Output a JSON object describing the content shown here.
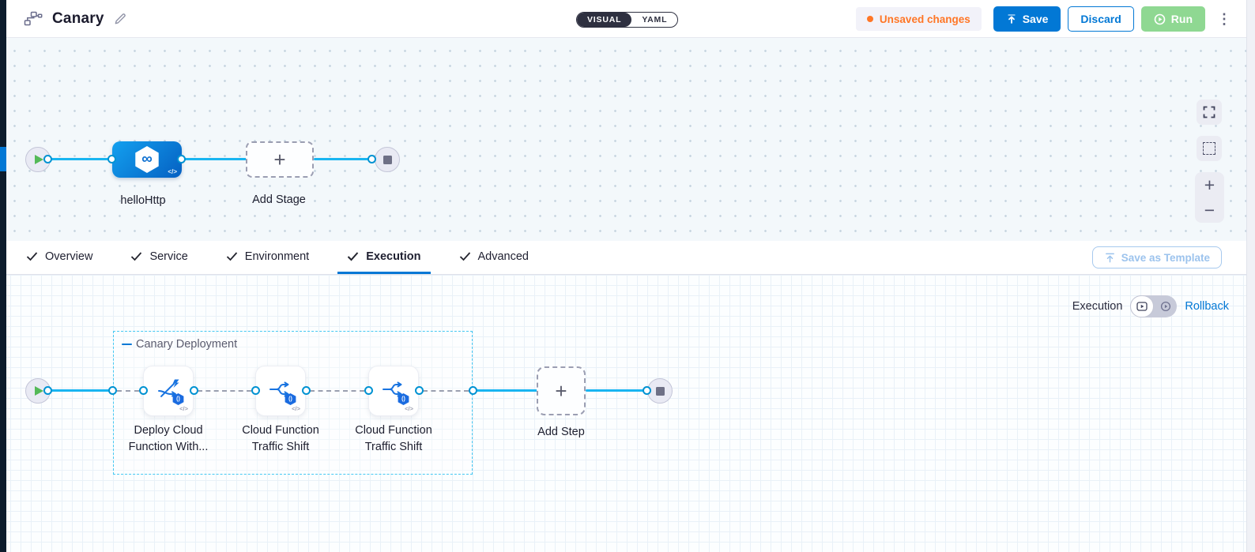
{
  "header": {
    "title": "Canary",
    "mode_toggle": {
      "visual": "VISUAL",
      "yaml": "YAML",
      "selected": "VISUAL"
    },
    "unsaved_badge": "Unsaved changes",
    "save_label": "Save",
    "discard_label": "Discard",
    "run_label": "Run"
  },
  "stage_canvas": {
    "stage_label": "helloHttp",
    "add_stage_label": "Add Stage"
  },
  "tabs": {
    "items": [
      {
        "label": "Overview"
      },
      {
        "label": "Service"
      },
      {
        "label": "Environment"
      },
      {
        "label": "Execution"
      },
      {
        "label": "Advanced"
      }
    ],
    "active_tab": "Execution",
    "save_as_template_label": "Save as Template"
  },
  "execution_panel": {
    "mode_label": "Execution",
    "rollback_label": "Rollback",
    "selected_mode": "Execution",
    "group_label": "Canary Deployment",
    "steps": [
      {
        "label_line1": "Deploy Cloud",
        "label_line2": "Function With..."
      },
      {
        "label_line1": "Cloud Function",
        "label_line2": "Traffic Shift"
      },
      {
        "label_line1": "Cloud Function",
        "label_line2": "Traffic Shift"
      }
    ],
    "add_step_label": "Add Step"
  },
  "icons": {
    "plus": "+",
    "minus": "−",
    "kebab": "⋮",
    "infinity": "∞",
    "code": "</>",
    "gcf_badge": "()"
  },
  "colors": {
    "accent_blue": "#0278d5",
    "link_cyan": "#19b5f1",
    "unsaved_orange": "#ff7626",
    "run_green_disabled": "#8fd892",
    "play_green": "#54b957",
    "toggle_dark": "#2e3040",
    "group_border": "#45c8f2"
  }
}
